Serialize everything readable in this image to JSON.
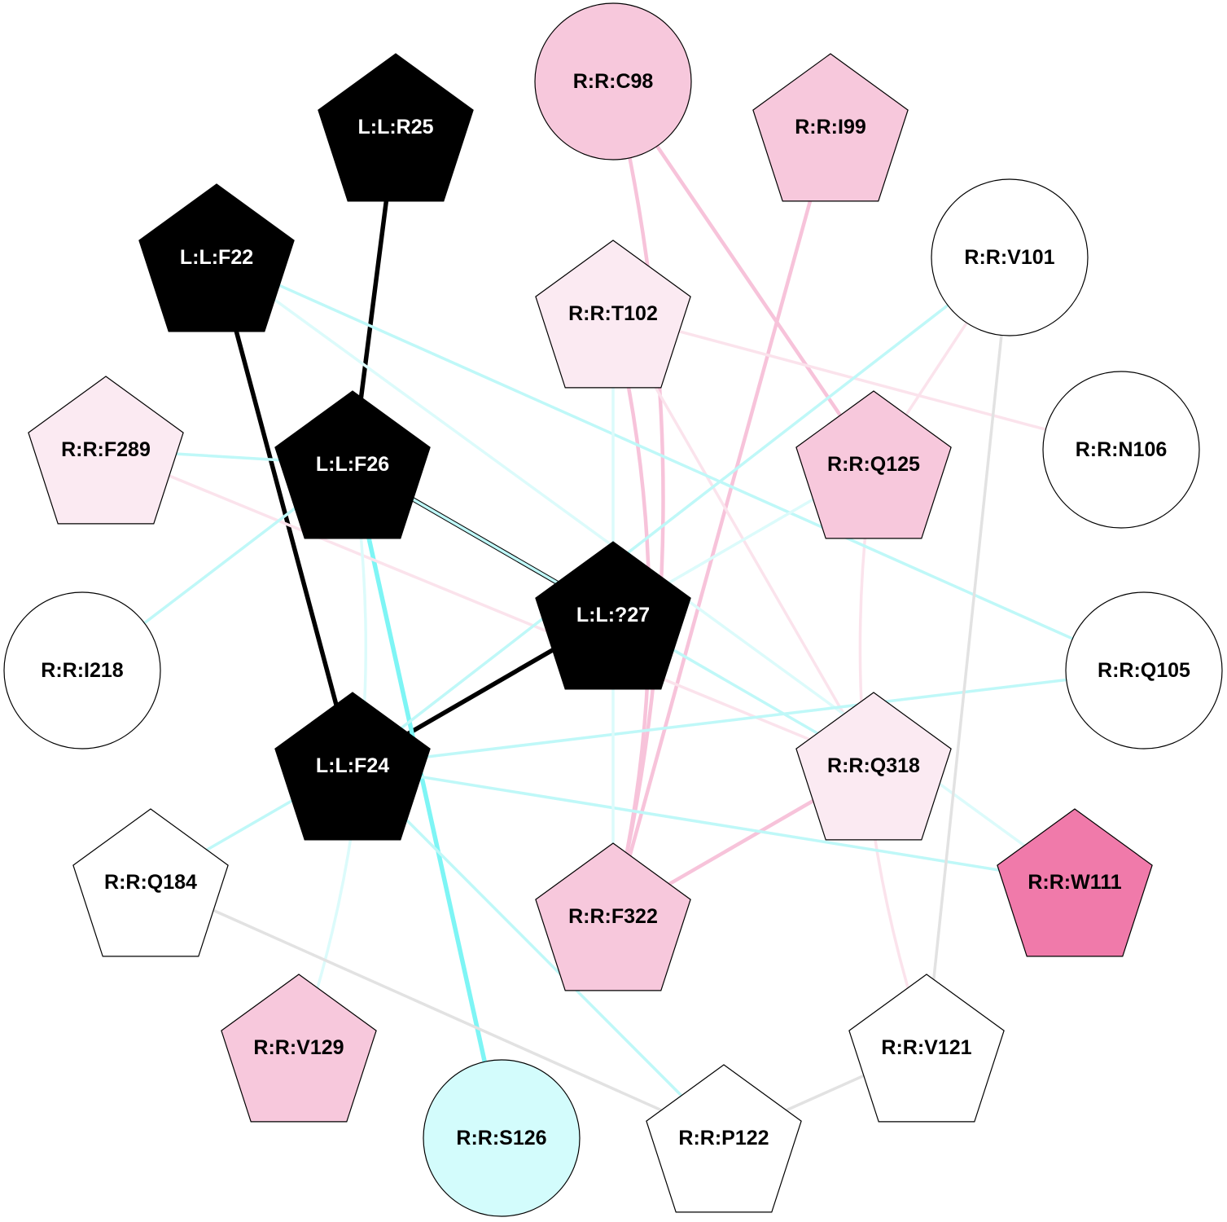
{
  "palette": {
    "black": "#000000",
    "white": "#ffffff",
    "pink": "#f7c8dc",
    "light_pink": "#fbeaf2",
    "hot_pink": "#f07aaa",
    "light_cyan": "#d3fcfc",
    "edge_cyan": "#7ef5f5",
    "edge_light_cyan": "#bff8f8",
    "edge_pale_cyan": "#dcfbfb",
    "edge_pink": "#f7c3da",
    "edge_pale_pink": "#fbe3ec",
    "edge_gray": "#e2e2e2"
  },
  "nodes": [
    {
      "id": "C98",
      "label": "R:R:C98",
      "shape": "circle",
      "fill": "pink"
    },
    {
      "id": "I99",
      "label": "R:R:I99",
      "shape": "pentagon",
      "fill": "pink"
    },
    {
      "id": "R25",
      "label": "L:L:R25",
      "shape": "pentagon",
      "fill": "black"
    },
    {
      "id": "F22",
      "label": "L:L:F22",
      "shape": "pentagon",
      "fill": "black"
    },
    {
      "id": "T102",
      "label": "R:R:T102",
      "shape": "pentagon",
      "fill": "light_pink"
    },
    {
      "id": "V101",
      "label": "R:R:V101",
      "shape": "circle",
      "fill": "white"
    },
    {
      "id": "F289",
      "label": "R:R:F289",
      "shape": "pentagon",
      "fill": "light_pink"
    },
    {
      "id": "F26",
      "label": "L:L:F26",
      "shape": "pentagon",
      "fill": "black"
    },
    {
      "id": "Q125",
      "label": "R:R:Q125",
      "shape": "pentagon",
      "fill": "pink"
    },
    {
      "id": "N106",
      "label": "R:R:N106",
      "shape": "circle",
      "fill": "white"
    },
    {
      "id": "L27",
      "label": "L:L:?27",
      "shape": "pentagon",
      "fill": "black"
    },
    {
      "id": "I218",
      "label": "R:R:I218",
      "shape": "circle",
      "fill": "white"
    },
    {
      "id": "Q105",
      "label": "R:R:Q105",
      "shape": "circle",
      "fill": "white"
    },
    {
      "id": "F24",
      "label": "L:L:F24",
      "shape": "pentagon",
      "fill": "black"
    },
    {
      "id": "Q318",
      "label": "R:R:Q318",
      "shape": "pentagon",
      "fill": "light_pink"
    },
    {
      "id": "Q184",
      "label": "R:R:Q184",
      "shape": "pentagon",
      "fill": "white"
    },
    {
      "id": "F322",
      "label": "R:R:F322",
      "shape": "pentagon",
      "fill": "pink"
    },
    {
      "id": "W111",
      "label": "R:R:W111",
      "shape": "pentagon",
      "fill": "hot_pink"
    },
    {
      "id": "V129",
      "label": "R:R:V129",
      "shape": "pentagon",
      "fill": "pink"
    },
    {
      "id": "V121",
      "label": "R:R:V121",
      "shape": "pentagon",
      "fill": "white"
    },
    {
      "id": "S126",
      "label": "R:R:S126",
      "shape": "circle",
      "fill": "light_cyan"
    },
    {
      "id": "P122",
      "label": "R:R:P122",
      "shape": "pentagon",
      "fill": "white"
    }
  ],
  "edges": [
    {
      "source": "R25",
      "target": "F26",
      "color": "black",
      "weight": "heavy"
    },
    {
      "source": "F22",
      "target": "F24",
      "color": "black",
      "weight": "heavy"
    },
    {
      "source": "F26",
      "target": "L27",
      "color": "black",
      "weight": "heavy"
    },
    {
      "source": "F24",
      "target": "L27",
      "color": "black",
      "weight": "heavy"
    },
    {
      "source": "F26",
      "target": "S126",
      "color": "edge_cyan",
      "weight": "heavy"
    },
    {
      "source": "C98",
      "target": "Q125",
      "color": "edge_pink",
      "weight": "medium"
    },
    {
      "source": "C98",
      "target": "F322",
      "color": "edge_pink",
      "weight": "medium",
      "curve": "left"
    },
    {
      "source": "T102",
      "target": "F322",
      "color": "edge_pink",
      "weight": "medium",
      "curve": "left"
    },
    {
      "source": "I99",
      "target": "F322",
      "color": "edge_pink",
      "weight": "medium"
    },
    {
      "source": "Q318",
      "target": "F322",
      "color": "edge_pink",
      "weight": "medium"
    },
    {
      "source": "T102",
      "target": "N106",
      "color": "edge_pale_pink",
      "weight": "light"
    },
    {
      "source": "T102",
      "target": "Q318",
      "color": "edge_pale_pink",
      "weight": "light"
    },
    {
      "source": "V101",
      "target": "Q125",
      "color": "edge_pale_pink",
      "weight": "light"
    },
    {
      "source": "F289",
      "target": "Q318",
      "color": "edge_pale_pink",
      "weight": "light"
    },
    {
      "source": "Q125",
      "target": "V121",
      "color": "edge_pale_pink",
      "weight": "light",
      "curve": "right"
    },
    {
      "source": "F22",
      "target": "Q105",
      "color": "edge_light_cyan",
      "weight": "light"
    },
    {
      "source": "F22",
      "target": "W111",
      "color": "edge_pale_cyan",
      "weight": "light"
    },
    {
      "source": "F289",
      "target": "F26",
      "color": "edge_light_cyan",
      "weight": "light"
    },
    {
      "source": "V101",
      "target": "F24",
      "color": "edge_light_cyan",
      "weight": "light"
    },
    {
      "source": "F24",
      "target": "Q105",
      "color": "edge_light_cyan",
      "weight": "light"
    },
    {
      "source": "F24",
      "target": "W111",
      "color": "edge_light_cyan",
      "weight": "light"
    },
    {
      "source": "F24",
      "target": "Q184",
      "color": "edge_light_cyan",
      "weight": "light"
    },
    {
      "source": "F24",
      "target": "P122",
      "color": "edge_light_cyan",
      "weight": "light"
    },
    {
      "source": "F26",
      "target": "I218",
      "color": "edge_light_cyan",
      "weight": "light"
    },
    {
      "source": "F26",
      "target": "V129",
      "color": "edge_pale_cyan",
      "weight": "light",
      "curve": "left"
    },
    {
      "source": "F26",
      "target": "Q318",
      "color": "edge_light_cyan",
      "weight": "light"
    },
    {
      "source": "Q125",
      "target": "L27",
      "color": "edge_pale_cyan",
      "weight": "light"
    },
    {
      "source": "T102",
      "target": "F322",
      "color": "edge_pale_cyan",
      "weight": "light"
    },
    {
      "source": "V101",
      "target": "V121",
      "color": "edge_gray",
      "weight": "light"
    },
    {
      "source": "Q184",
      "target": "P122",
      "color": "edge_gray",
      "weight": "light"
    },
    {
      "source": "V121",
      "target": "P122",
      "color": "edge_gray",
      "weight": "light"
    }
  ]
}
